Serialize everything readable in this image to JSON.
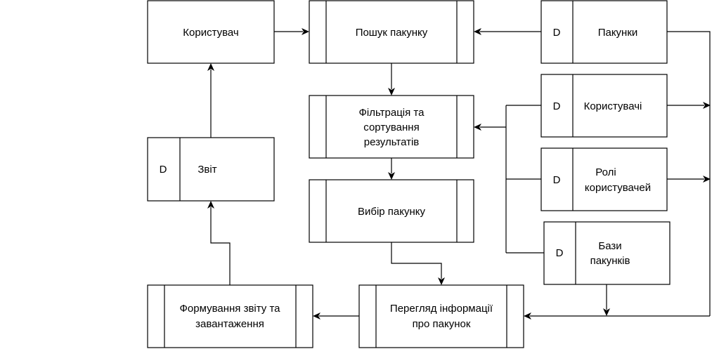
{
  "nodes": {
    "user": "Користувач",
    "search": "Пошук пакунку",
    "packages": {
      "tag": "D",
      "label": "Пакунки"
    },
    "filter": [
      "Фільтрація та",
      "сортування",
      "результатів"
    ],
    "users": {
      "tag": "D",
      "label": "Користувачі"
    },
    "report": {
      "tag": "D",
      "label": "Звіт"
    },
    "roles": {
      "tag": "D",
      "label": [
        "Ролі",
        "користувачей"
      ]
    },
    "select": "Вибір пакунку",
    "dbs": {
      "tag": "D",
      "label": [
        "Бази",
        "пакунків"
      ]
    },
    "view": [
      "Перегляд інформації",
      "про пакунок"
    ],
    "form": [
      "Формування звіту та",
      "завантаження"
    ]
  }
}
